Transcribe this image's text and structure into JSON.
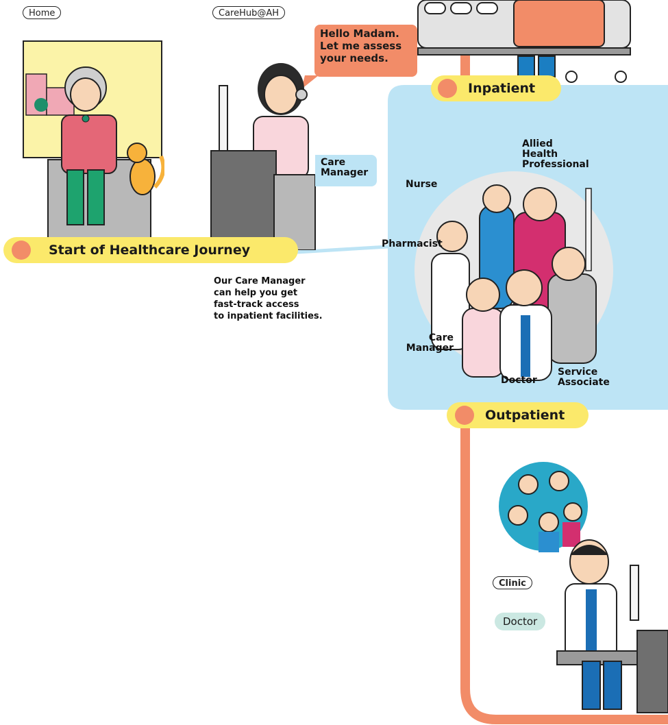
{
  "home_label": "Home",
  "carehub_label": "CareHub@AH",
  "speech": "Hello Madam.\nLet me assess\nyour needs.",
  "care_manager_label": "Care\nManager",
  "start_label": "Start of Healthcare Journey",
  "description": "Our Care Manager\ncan help you get\nfast-track access\nto inpatient facilities.",
  "inpatient_label": "Inpatient",
  "outpatient_label": "Outpatient",
  "team": {
    "allied": "Allied\nHealth\nProfessional",
    "nurse": "Nurse",
    "pharmacist": "Pharmacist",
    "care_manager": "Care\nManager",
    "doctor": "Doctor",
    "service_associate": "Service\nAssociate"
  },
  "clinic_label": "Clinic",
  "clinic_doctor_label": "Doctor",
  "colors": {
    "path": "#f28c68",
    "stage_pill": "#fbe96b",
    "panel": "#bde4f5",
    "speech": "#f28c68",
    "doctor_tag": "#cbe8e2"
  }
}
